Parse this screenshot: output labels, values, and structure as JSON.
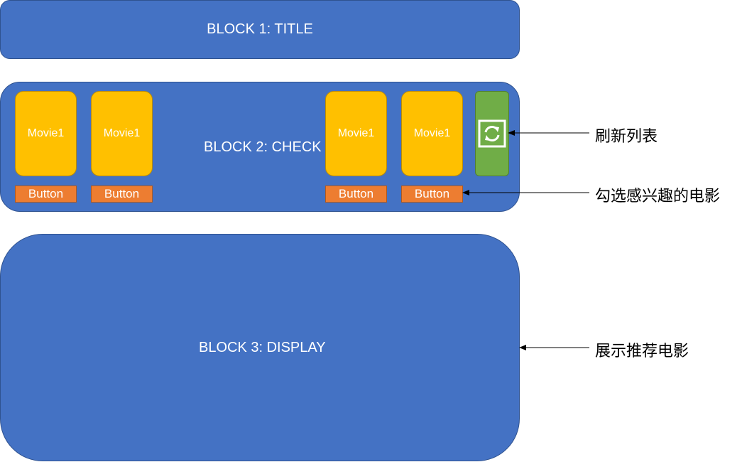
{
  "blocks": {
    "title": "BLOCK 1: TITLE",
    "check": "BLOCK 2: CHECK",
    "display": "BLOCK 3: DISPLAY"
  },
  "movies": [
    {
      "label": "Movie1",
      "button": "Button"
    },
    {
      "label": "Movie1",
      "button": "Button"
    },
    {
      "label": "Movie1",
      "button": "Button"
    },
    {
      "label": "Movie1",
      "button": "Button"
    }
  ],
  "refresh": {
    "icon": "refresh-icon"
  },
  "annotations": {
    "refresh_list": "刷新列表",
    "select_movies": "勾选感兴趣的电影",
    "show_recommendations": "展示推荐电影"
  },
  "colors": {
    "block": "#4472c4",
    "movie_card": "#ffc000",
    "button": "#ed7d31",
    "refresh": "#70ad47"
  }
}
